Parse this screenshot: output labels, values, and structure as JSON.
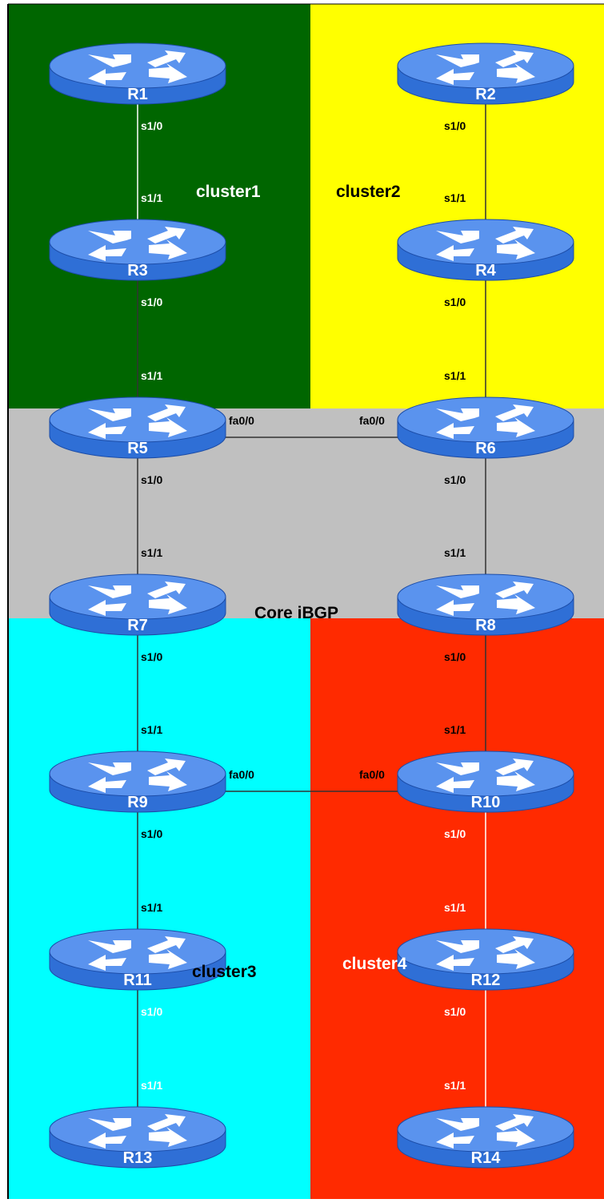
{
  "regions": {
    "cluster1": {
      "label": "cluster1",
      "color": "#006600",
      "label_color": "#ffffff"
    },
    "cluster2": {
      "label": "cluster2",
      "color": "#ffff00",
      "label_color": "#000000"
    },
    "core": {
      "label": "Core iBGP",
      "color": "#c0c0c0",
      "label_color": "#000000"
    },
    "cluster3": {
      "label": "cluster3",
      "color": "#00ffff",
      "label_color": "#000000"
    },
    "cluster4": {
      "label": "cluster4",
      "color": "#ff2a00",
      "label_color": "#ffffff"
    }
  },
  "router_style": {
    "body": "#2f6fd6",
    "top": "#5a93ee",
    "dark": "#1c4da8",
    "arrow": "#ffffff"
  },
  "routers": [
    {
      "id": "R1",
      "name": "R1"
    },
    {
      "id": "R2",
      "name": "R2"
    },
    {
      "id": "R3",
      "name": "R3"
    },
    {
      "id": "R4",
      "name": "R4"
    },
    {
      "id": "R5",
      "name": "R5"
    },
    {
      "id": "R6",
      "name": "R6"
    },
    {
      "id": "R7",
      "name": "R7"
    },
    {
      "id": "R8",
      "name": "R8"
    },
    {
      "id": "R9",
      "name": "R9"
    },
    {
      "id": "R10",
      "name": "R10"
    },
    {
      "id": "R11",
      "name": "R11"
    },
    {
      "id": "R12",
      "name": "R12"
    },
    {
      "id": "R13",
      "name": "R13"
    },
    {
      "id": "R14",
      "name": "R14"
    }
  ],
  "links": [
    {
      "a": "R1",
      "b": "R3",
      "a_if": "s1/0",
      "b_if": "s1/1"
    },
    {
      "a": "R3",
      "b": "R5",
      "a_if": "s1/0",
      "b_if": "s1/1"
    },
    {
      "a": "R2",
      "b": "R4",
      "a_if": "s1/0",
      "b_if": "s1/1"
    },
    {
      "a": "R4",
      "b": "R6",
      "a_if": "s1/0",
      "b_if": "s1/1"
    },
    {
      "a": "R5",
      "b": "R6",
      "a_if": "fa0/0",
      "b_if": "fa0/0"
    },
    {
      "a": "R5",
      "b": "R7",
      "a_if": "s1/0",
      "b_if": "s1/1"
    },
    {
      "a": "R6",
      "b": "R8",
      "a_if": "s1/0",
      "b_if": "s1/1"
    },
    {
      "a": "R7",
      "b": "R9",
      "a_if": "s1/0",
      "b_if": "s1/1"
    },
    {
      "a": "R8",
      "b": "R10",
      "a_if": "s1/0",
      "b_if": "s1/1"
    },
    {
      "a": "R9",
      "b": "R10",
      "a_if": "fa0/0",
      "b_if": "fa0/0"
    },
    {
      "a": "R9",
      "b": "R11",
      "a_if": "s1/0",
      "b_if": "s1/1"
    },
    {
      "a": "R10",
      "b": "R12",
      "a_if": "s1/0",
      "b_if": "s1/1"
    },
    {
      "a": "R11",
      "b": "R13",
      "a_if": "s1/0",
      "b_if": "s1/1"
    },
    {
      "a": "R12",
      "b": "R14",
      "a_if": "s1/0",
      "b_if": "s1/1"
    }
  ]
}
